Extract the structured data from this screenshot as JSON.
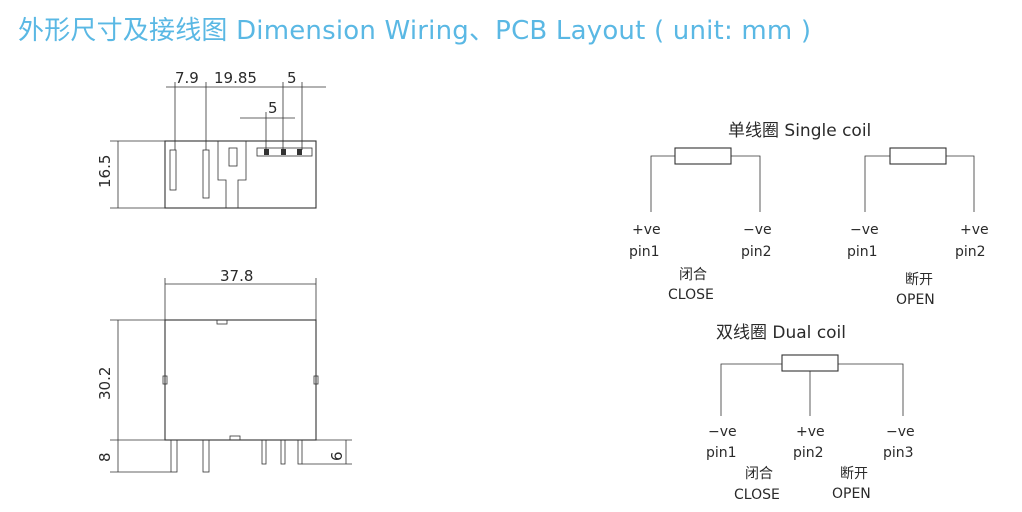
{
  "title": "外形尺寸及接线图 Dimension   Wiring、PCB Layout ( unit: mm )",
  "top_view": {
    "dim_7_9": "7.9",
    "dim_19_85": "19.85",
    "dim_5_top": "5",
    "dim_5_inner": "5",
    "dim_16_5": "16.5"
  },
  "side_view": {
    "dim_37_8": "37.8",
    "dim_30_2": "30.2",
    "dim_8": "8",
    "dim_6": "6"
  },
  "single_coil": {
    "heading": "单线圈   Single coil",
    "close": {
      "left_pol": "+ve",
      "left_pin": "pin1",
      "right_pol": "−ve",
      "right_pin": "pin2",
      "state_cn": "闭合",
      "state_en": "CLOSE"
    },
    "open": {
      "left_pol": "−ve",
      "left_pin": "pin1",
      "right_pol": "+ve",
      "right_pin": "pin2",
      "state_cn": "断开",
      "state_en": "OPEN"
    }
  },
  "dual_coil": {
    "heading": "双线圈   Dual coil",
    "pins": [
      {
        "pol": "−ve",
        "pin": "pin1"
      },
      {
        "pol": "+ve",
        "pin": "pin2"
      },
      {
        "pol": "−ve",
        "pin": "pin3"
      }
    ],
    "close_cn": "闭合",
    "close_en": "CLOSE",
    "open_cn": "断开",
    "open_en": "OPEN"
  }
}
